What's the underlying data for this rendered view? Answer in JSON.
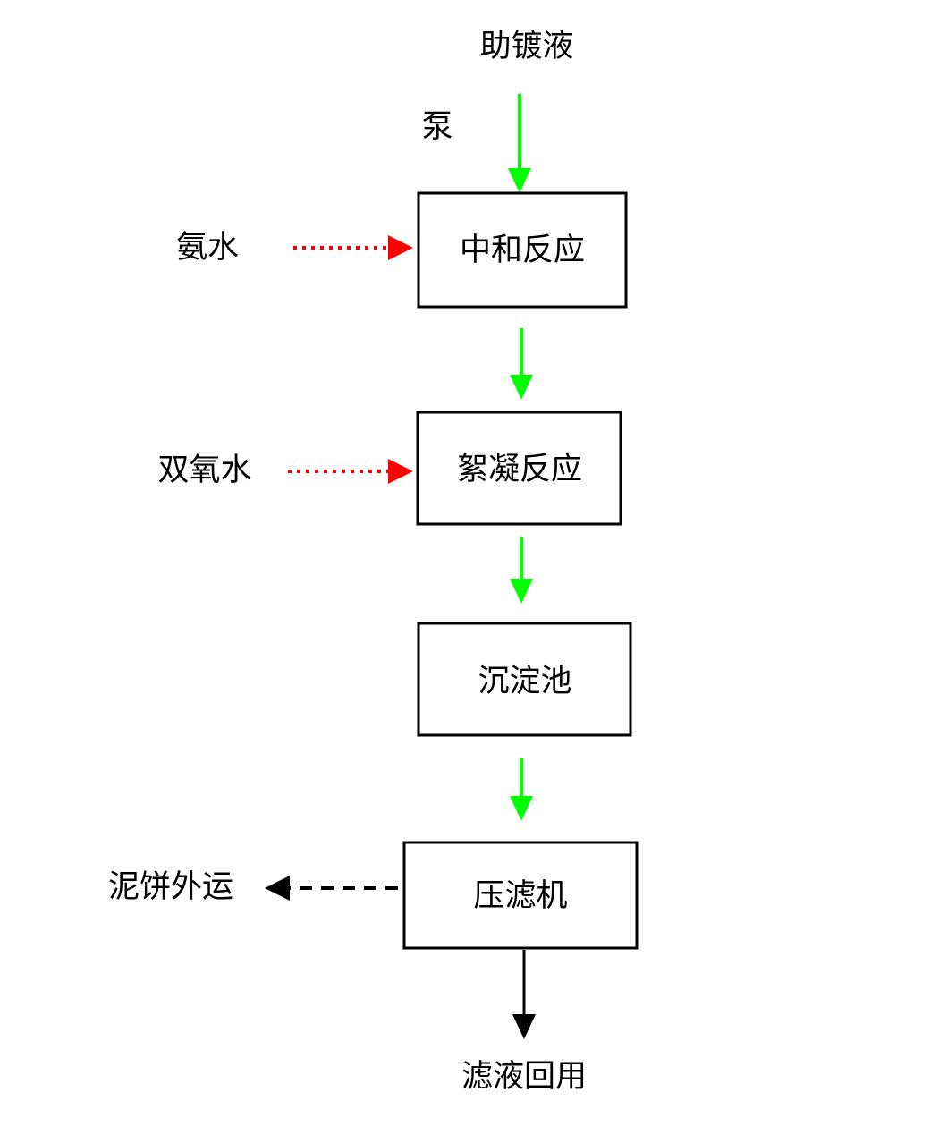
{
  "diagram": {
    "title_label": "助镀液",
    "pump_label": "泵",
    "nodes": [
      {
        "id": "neutralization",
        "label": "中和反应"
      },
      {
        "id": "flocculation",
        "label": "絮凝反应"
      },
      {
        "id": "sedimentation",
        "label": "沉淀池"
      },
      {
        "id": "filter-press",
        "label": "压滤机"
      }
    ],
    "inputs": [
      {
        "id": "ammonia",
        "label": "氨水"
      },
      {
        "id": "peroxide",
        "label": "双氧水"
      }
    ],
    "outputs": [
      {
        "id": "mud-cake",
        "label": "泥饼外运"
      },
      {
        "id": "filtrate",
        "label": "滤液回用"
      }
    ],
    "colors": {
      "main_flow": "#00ff00",
      "reagent_flow": "#ff0000",
      "sludge_flow": "#000000",
      "box_stroke": "#000000",
      "background": "#ffffff"
    },
    "edges": [
      {
        "id": "feed-to-neutralization",
        "style": "solid",
        "color": "#00ff00"
      },
      {
        "id": "neutralization-to-flocculation",
        "style": "solid",
        "color": "#00ff00"
      },
      {
        "id": "flocculation-to-sedimentation",
        "style": "solid",
        "color": "#00ff00"
      },
      {
        "id": "sedimentation-to-filter-press",
        "style": "solid",
        "color": "#00ff00"
      },
      {
        "id": "ammonia-to-neutralization",
        "style": "dotted",
        "color": "#ff0000"
      },
      {
        "id": "peroxide-to-flocculation",
        "style": "dotted",
        "color": "#ff0000"
      },
      {
        "id": "filter-press-to-mud-cake",
        "style": "dashed",
        "color": "#000000"
      },
      {
        "id": "filter-press-to-filtrate",
        "style": "solid",
        "color": "#000000"
      }
    ]
  }
}
